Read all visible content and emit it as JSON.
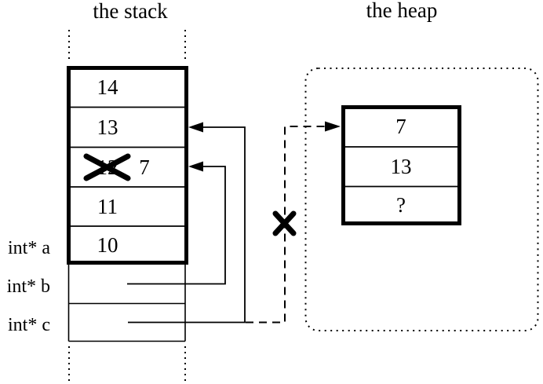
{
  "titles": {
    "stack": "the stack",
    "heap": "the heap"
  },
  "stack": {
    "cells": [
      {
        "value": "14"
      },
      {
        "value": "13"
      },
      {
        "value": "12",
        "crossed_out": true,
        "replacement": "7"
      },
      {
        "value": "11"
      },
      {
        "value": "10"
      }
    ],
    "pointer_rows": [
      {
        "label": "int* a"
      },
      {
        "label": "int* b"
      },
      {
        "label": "int* c"
      }
    ]
  },
  "heap": {
    "cells": [
      {
        "value": "7"
      },
      {
        "value": "13"
      },
      {
        "value": "?"
      }
    ]
  },
  "colors": {
    "ink": "#000000",
    "background": "#ffffff"
  }
}
